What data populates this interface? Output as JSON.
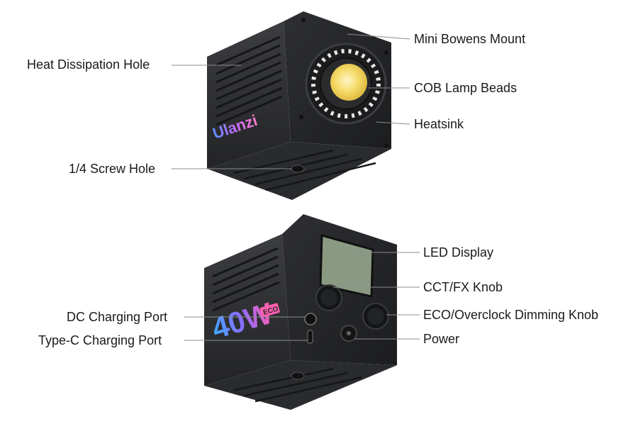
{
  "brand": {
    "name": "Ulanzi",
    "power_badge": "40W",
    "eco_badge": "ECO"
  },
  "top_callouts": {
    "heat_dissipation_hole": "Heat Dissipation Hole",
    "mini_bowens_mount": "Mini Bowens Mount",
    "cob_lamp_beads": "COB Lamp Beads",
    "heatsink": "Heatsink",
    "screw_hole": "1/4 Screw Hole"
  },
  "bottom_callouts": {
    "led_display": "LED Display",
    "cct_fx_knob": "CCT/FX Knob",
    "eco_dimming_knob": "ECO/Overclock Dimming Knob",
    "dc_port": "DC Charging Port",
    "type_c_port": "Type-C Charging Port",
    "power": "Power"
  },
  "colors": {
    "body_dark": "#2b2c2e",
    "body_mid": "#3a3b3e",
    "lamp_yellow": "#f4d35e",
    "lcd_green": "#8a9a82",
    "label_text": "#1a1a1a",
    "leader_line": "#8c8c8c"
  }
}
